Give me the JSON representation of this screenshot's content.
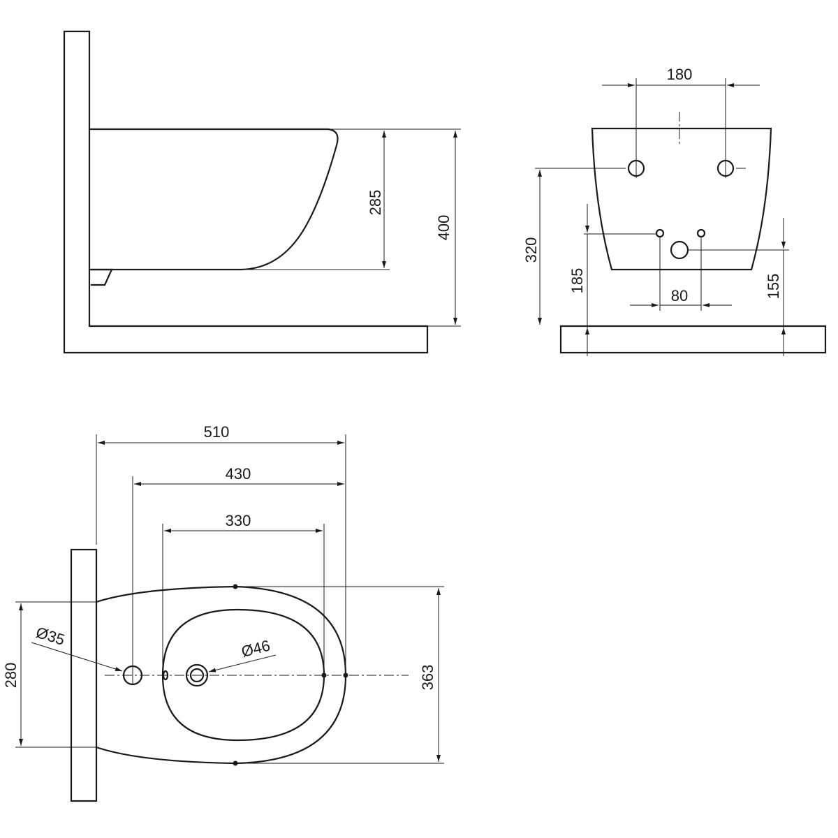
{
  "side_view": {
    "dims": {
      "bowl_height": "285",
      "total_height": "400"
    }
  },
  "front_view": {
    "dims": {
      "bolt_spacing": "180",
      "bolt_height": "320",
      "supply_height": "185",
      "waste_spacing": "80",
      "waste_height": "155"
    }
  },
  "top_view": {
    "dims": {
      "length_total": "510",
      "length_bolt": "430",
      "length_bowl": "330",
      "width": "363",
      "bolt_spacing": "280",
      "tap_hole_dia": "Ø35",
      "drain_dia": "Ø46"
    }
  },
  "colors": {
    "line": "#1a1a1a",
    "background": "#ffffff"
  }
}
